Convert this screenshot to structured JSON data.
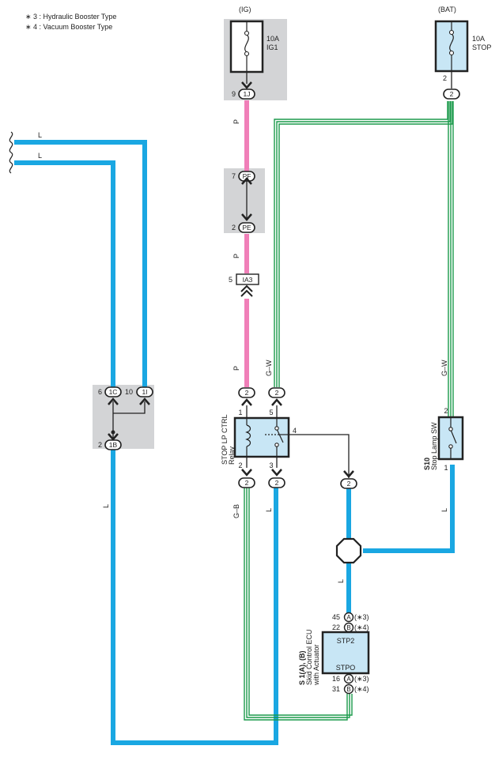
{
  "legend": {
    "items": [
      "∗ 3 : Hydraulic Booster Type",
      "∗ 4 : Vacuum Booster Type"
    ]
  },
  "fuses": {
    "ig1": {
      "header": "(IG)",
      "rating": "10A",
      "name": "IG1"
    },
    "stop": {
      "header": "(BAT)",
      "rating": "10A",
      "name": "STOP"
    }
  },
  "connectors": {
    "j1": {
      "pin": "9",
      "code": "1J"
    },
    "pf": {
      "pin": "7",
      "code": "PF"
    },
    "pe": {
      "pin": "2",
      "code": "PE"
    },
    "ia3": {
      "pin": "5",
      "code": "IA3"
    },
    "bat2": {
      "pin": "2",
      "code": "2"
    },
    "c1c": {
      "pin": "6",
      "code": "1C"
    },
    "c1i": {
      "pin": "10",
      "code": "1I"
    },
    "c1b": {
      "pin": "2",
      "code": "1B"
    },
    "relay_in_p": "2",
    "relay_in_gw": "2",
    "relay_out_gb": "2",
    "relay_out_l": "2",
    "relay_out_4": "2"
  },
  "wires": {
    "p": "P",
    "l": "L",
    "gw": "G–W",
    "gb": "G–B"
  },
  "relay": {
    "name": "STOP LP CTRL",
    "sub": "Relay",
    "pins": {
      "p1": "1",
      "p5": "5",
      "p2": "2",
      "p3": "3",
      "p4": "4"
    }
  },
  "stop_switch": {
    "code": "S10",
    "name": "Stop Lamp SW",
    "pins": {
      "top": "2",
      "bottom": "1"
    }
  },
  "ecu": {
    "code": "S 1(A), (B)",
    "name": "Skid Control ECU",
    "sub": "with Actuator",
    "terminals": {
      "stp2": "STP2",
      "stpo": "STPO"
    },
    "pins": [
      {
        "num": "45",
        "conn": "A",
        "note": "(∗3)"
      },
      {
        "num": "22",
        "conn": "B",
        "note": "(∗4)"
      },
      {
        "num": "16",
        "conn": "A",
        "note": "(∗3)"
      },
      {
        "num": "31",
        "conn": "B",
        "note": "(∗4)"
      }
    ]
  },
  "colors": {
    "blue_wire": "#1aa7e2",
    "pink_wire": "#f07fb8",
    "green_wire": "#1b9a4b",
    "gray_box": "#d3d4d6",
    "component_fill": "#c8e6f5"
  }
}
